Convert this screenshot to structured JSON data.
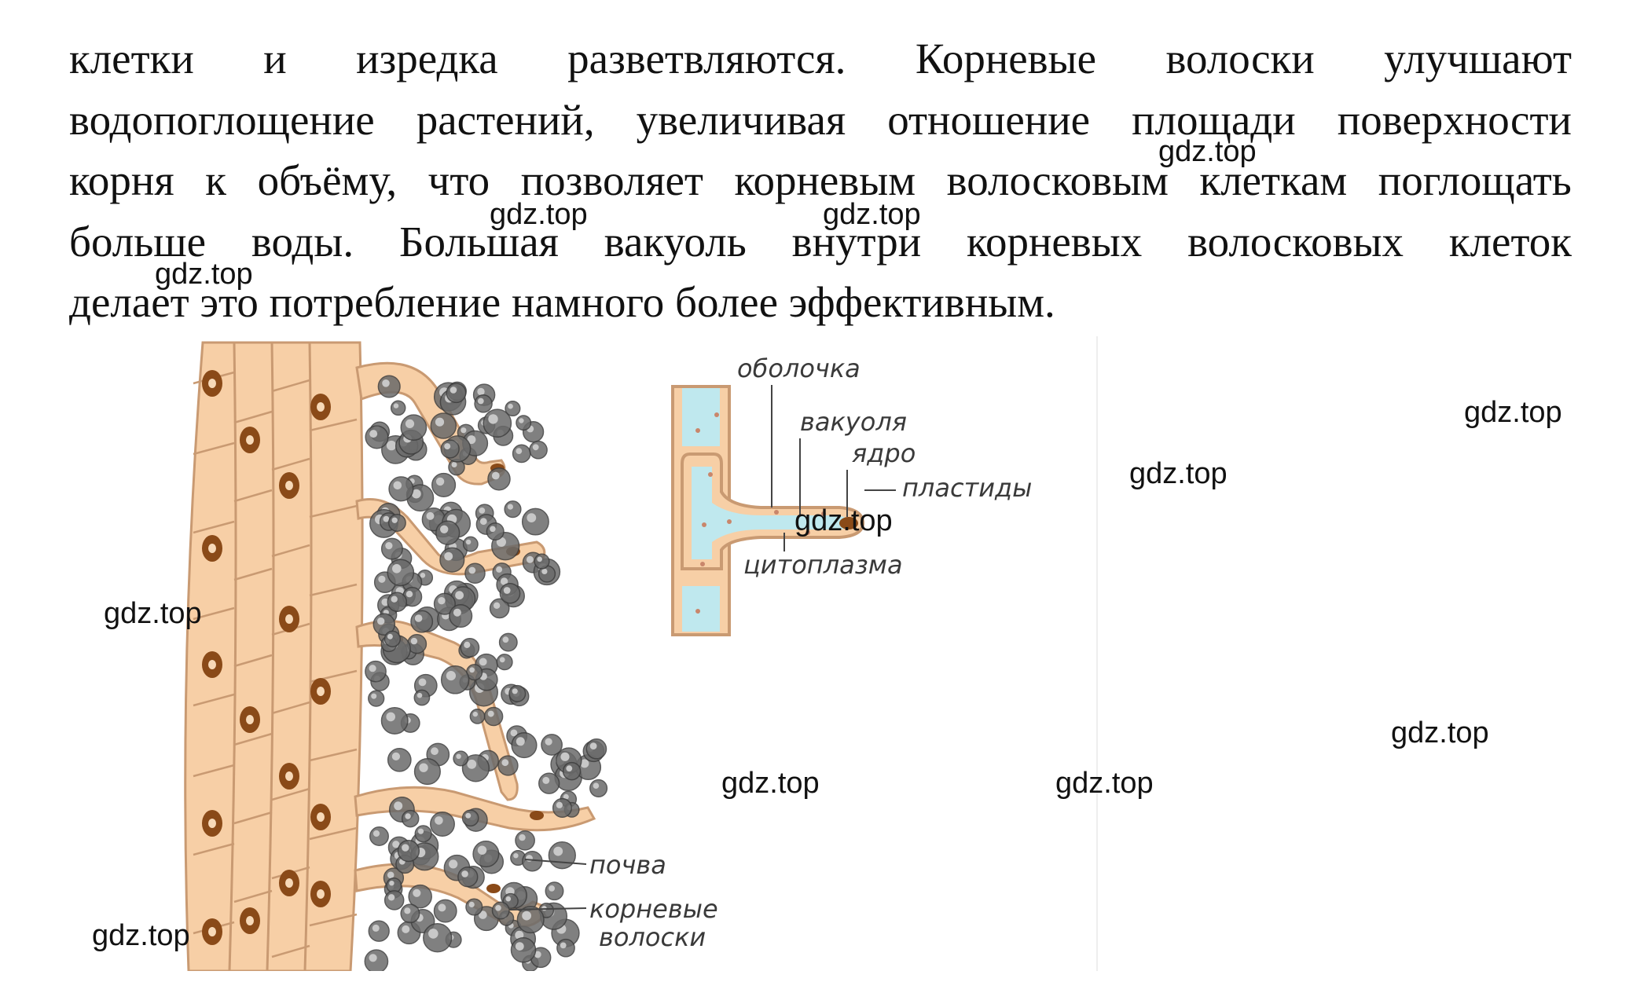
{
  "paragraph": {
    "lines": [
      [
        "клетки",
        "и",
        "изредка",
        "разветвляются.",
        "Корневые",
        "волоски",
        "улучшают"
      ],
      [
        "водопоглощение",
        "растений,",
        "увеличивая",
        "отношение",
        "площади",
        "поверхности"
      ],
      [
        "корня",
        "к",
        "объёму,",
        "что",
        "позволяет",
        "корневым",
        "волосковым",
        "клеткам",
        "поглощать"
      ],
      [
        "больше",
        "воды.",
        "Большая",
        "вакуоль",
        "внутри",
        "корневых",
        "волосковых",
        "клеток"
      ],
      [
        "делает это потребление намного более эффективным."
      ]
    ]
  },
  "figure": {
    "labels": {
      "membrane": "оболочка",
      "vacuole": "вакуоля",
      "nucleus": "ядро",
      "plastids": "пластиды",
      "cytoplasm": "цитоплазма",
      "soil": "почва",
      "root_hairs_1": "корневые",
      "root_hairs_2": "волоски"
    }
  },
  "watermark": {
    "text": "gdz.top"
  },
  "colors": {
    "cell_fill": "#f7cfa6",
    "cell_stroke": "#c99a72",
    "nucleus": "#8a4a18",
    "soil": "#6a6a6a",
    "vacuole": "#bfe8ee"
  }
}
